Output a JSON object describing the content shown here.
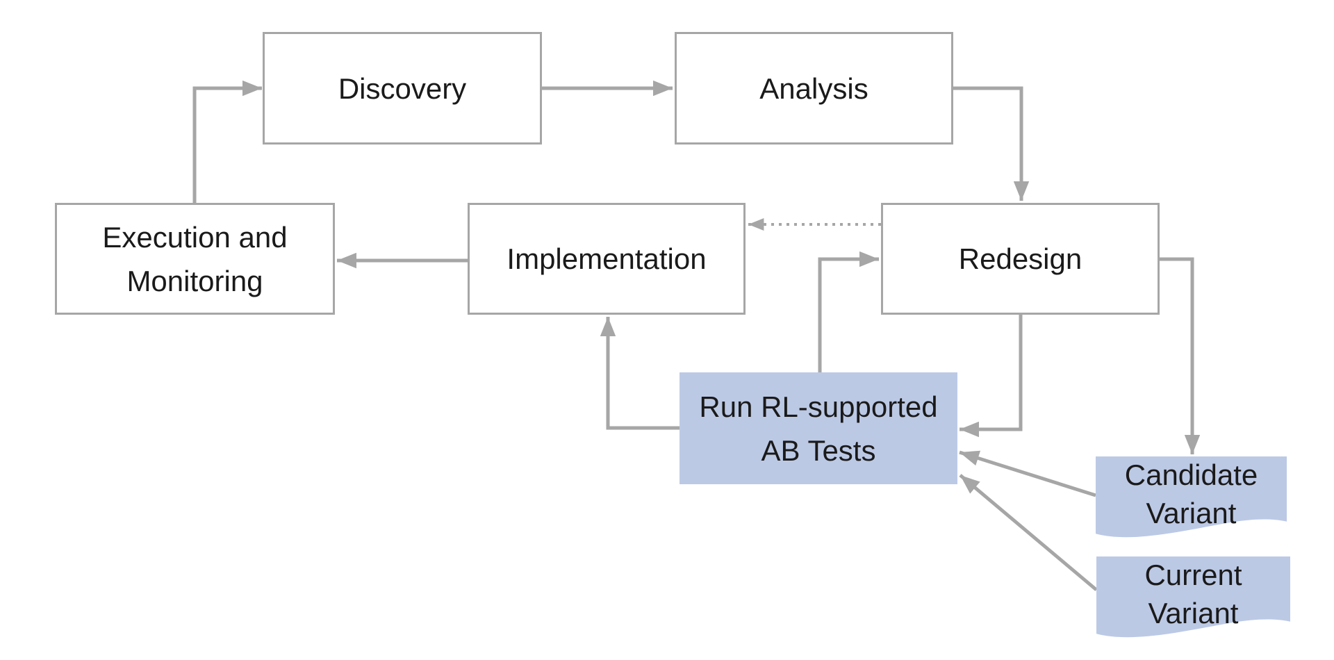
{
  "diagram": {
    "type": "flowchart",
    "background": "#ffffff",
    "colors": {
      "node_border": "#a6a6a6",
      "node_fill": "#ffffff",
      "highlight_fill": "#bcc9e5",
      "arrow": "#a6a6a6",
      "text": "#1a1a1a"
    },
    "nodes": {
      "discovery": {
        "label": "Discovery",
        "lines": [
          "Discovery"
        ],
        "shape": "rectangle"
      },
      "analysis": {
        "label": "Analysis",
        "lines": [
          "Analysis"
        ],
        "shape": "rectangle"
      },
      "execution_monitoring": {
        "label": "Execution and Monitoring",
        "lines": [
          "Execution and",
          "Monitoring"
        ],
        "shape": "rectangle"
      },
      "implementation": {
        "label": "Implementation",
        "lines": [
          "Implementation"
        ],
        "shape": "rectangle"
      },
      "redesign": {
        "label": "Redesign",
        "lines": [
          "Redesign"
        ],
        "shape": "rectangle"
      },
      "run_rl_ab_tests": {
        "label": "Run RL-supported AB Tests",
        "lines": [
          "Run RL-supported",
          "AB Tests"
        ],
        "shape": "rectangle",
        "highlighted": true
      },
      "candidate_variant": {
        "label": "Candidate Variant",
        "lines": [
          "Candidate",
          "Variant"
        ],
        "shape": "document",
        "highlighted": true
      },
      "current_variant": {
        "label": "Current Variant",
        "lines": [
          "Current",
          "Variant"
        ],
        "shape": "document",
        "highlighted": true
      }
    },
    "edges": [
      {
        "from": "execution_monitoring",
        "to": "discovery",
        "style": "solid"
      },
      {
        "from": "discovery",
        "to": "analysis",
        "style": "solid"
      },
      {
        "from": "analysis",
        "to": "redesign",
        "style": "solid"
      },
      {
        "from": "redesign",
        "to": "implementation",
        "style": "dotted"
      },
      {
        "from": "implementation",
        "to": "execution_monitoring",
        "style": "solid"
      },
      {
        "from": "run_rl_ab_tests",
        "to": "redesign",
        "style": "solid"
      },
      {
        "from": "redesign",
        "to": "run_rl_ab_tests",
        "style": "solid"
      },
      {
        "from": "redesign",
        "to": "candidate_variant",
        "style": "solid"
      },
      {
        "from": "run_rl_ab_tests",
        "to": "implementation",
        "style": "solid"
      },
      {
        "from": "candidate_variant",
        "to": "run_rl_ab_tests",
        "style": "solid"
      },
      {
        "from": "current_variant",
        "to": "run_rl_ab_tests",
        "style": "solid"
      }
    ]
  }
}
